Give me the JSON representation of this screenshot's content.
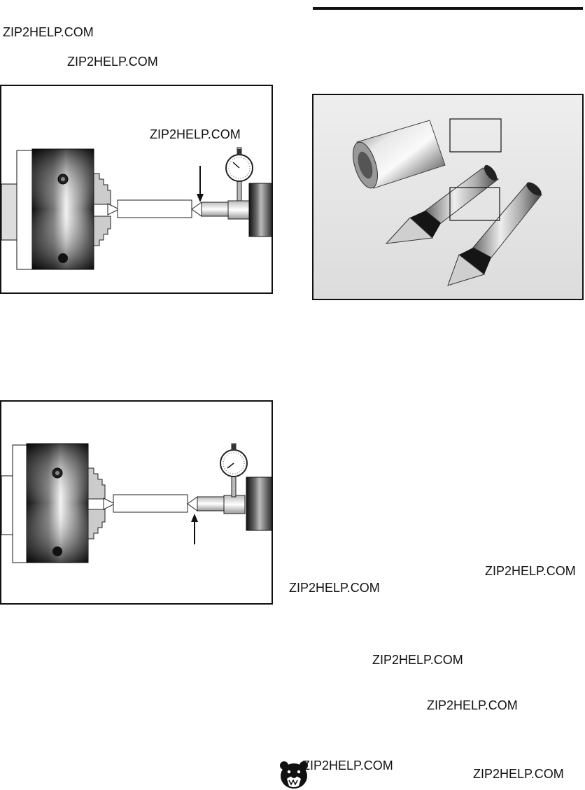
{
  "watermarks": {
    "w1": "ZIP2HELP.COM",
    "w2": "ZIP2HELP.COM",
    "w3": "ZIP2HELP.COM",
    "w4": "ZIP2HELP.COM",
    "w5": "ZIP2HELP.COM",
    "w6": "ZIP2HELP.COM",
    "w7": "ZIP2HELP.COM",
    "w8": "ZIP2HELP.COM",
    "w9": "ZIP2HELP.COM"
  },
  "colors": {
    "ink": "#111111",
    "chuck_dark": "#2a2a2a",
    "steel_light": "#e6e6e6"
  },
  "icons": {
    "footer_logo": "grizzly-bear-head-icon"
  }
}
